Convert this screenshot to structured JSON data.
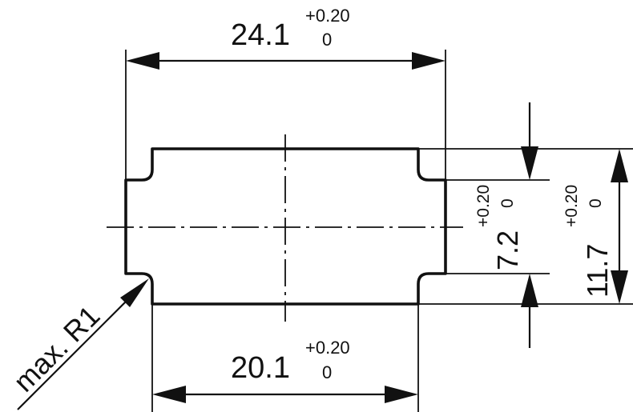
{
  "dimensions": {
    "top_width": {
      "value": "24.1",
      "tol_upper": "+0.20",
      "tol_lower": "0"
    },
    "bottom_width": {
      "value": "20.1",
      "tol_upper": "+0.20",
      "tol_lower": "0"
    },
    "inner_height": {
      "value": "7.2",
      "tol_upper": "+0.20",
      "tol_lower": "0"
    },
    "outer_height": {
      "value": "11.7",
      "tol_upper": "+0.20",
      "tol_lower": "0"
    }
  },
  "radius_note": "max. R1",
  "colors": {
    "line": "#111111",
    "background": "#ffffff"
  }
}
